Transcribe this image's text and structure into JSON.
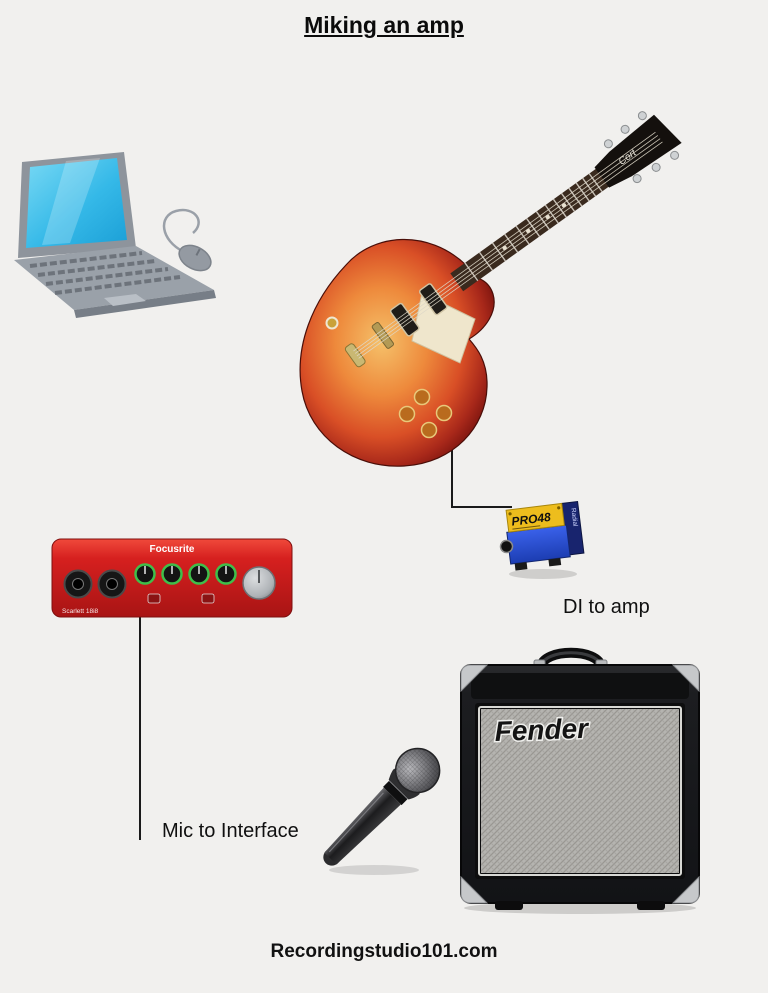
{
  "page": {
    "title": "Miking an amp",
    "footer": "Recordingstudio101.com",
    "background": "#f1f0ee"
  },
  "annotations": {
    "di_to_amp": "DI to amp",
    "mic_to_interface": "Mic to Interface"
  },
  "devices": {
    "guitar": {
      "brand": "Cort"
    },
    "audio_interface": {
      "brand": "Focusrite",
      "model": "Scarlett 18i8"
    },
    "di_box": {
      "model": "PRO48",
      "brand": "Radial"
    },
    "amplifier": {
      "brand": "Fender"
    }
  },
  "colors": {
    "interface_red": "#d6201f",
    "di_blue": "#2f55e0",
    "di_yellow": "#edbd1d",
    "amp_grille": "#b4b3af",
    "guitar_sunburst_center": "#f5c16a",
    "guitar_sunburst_edge": "#7e150f"
  }
}
